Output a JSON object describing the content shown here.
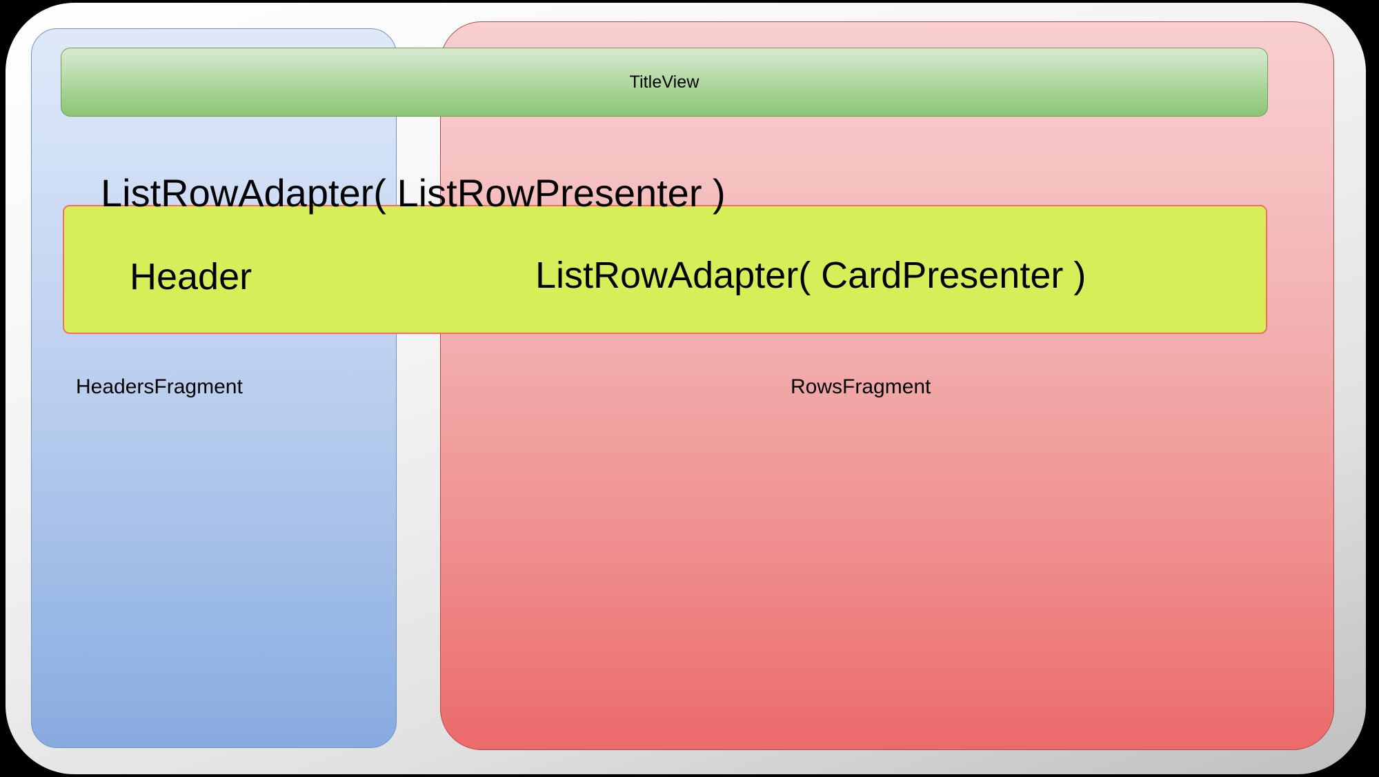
{
  "diagram": {
    "title": "Android Leanback BrowseFragment structure",
    "outer_container": {
      "name": "browse-fragment-shell"
    },
    "panels": [
      {
        "id": "headers",
        "label": "HeadersFragment",
        "color": "#b9cdee",
        "border_color": "#6f93c9"
      },
      {
        "id": "rows",
        "label": "RowsFragment",
        "color": "#f2adad",
        "border_color": "#b04a4a"
      }
    ],
    "title_view": {
      "label": "TitleView",
      "color": "#b3d9a3",
      "border_color": "#6f9e59"
    },
    "row_adapter_box": {
      "color": "#d7ee59",
      "border_color": "#fb6a62"
    },
    "captions": {
      "list_row_adapter_presenter": "ListRowAdapter( ListRowPresenter )",
      "header": "Header",
      "list_row_adapter_card": "ListRowAdapter( CardPresenter )"
    },
    "colors": {
      "background": "#000000",
      "shell": "#f2f2f2",
      "text": "#000000"
    }
  }
}
